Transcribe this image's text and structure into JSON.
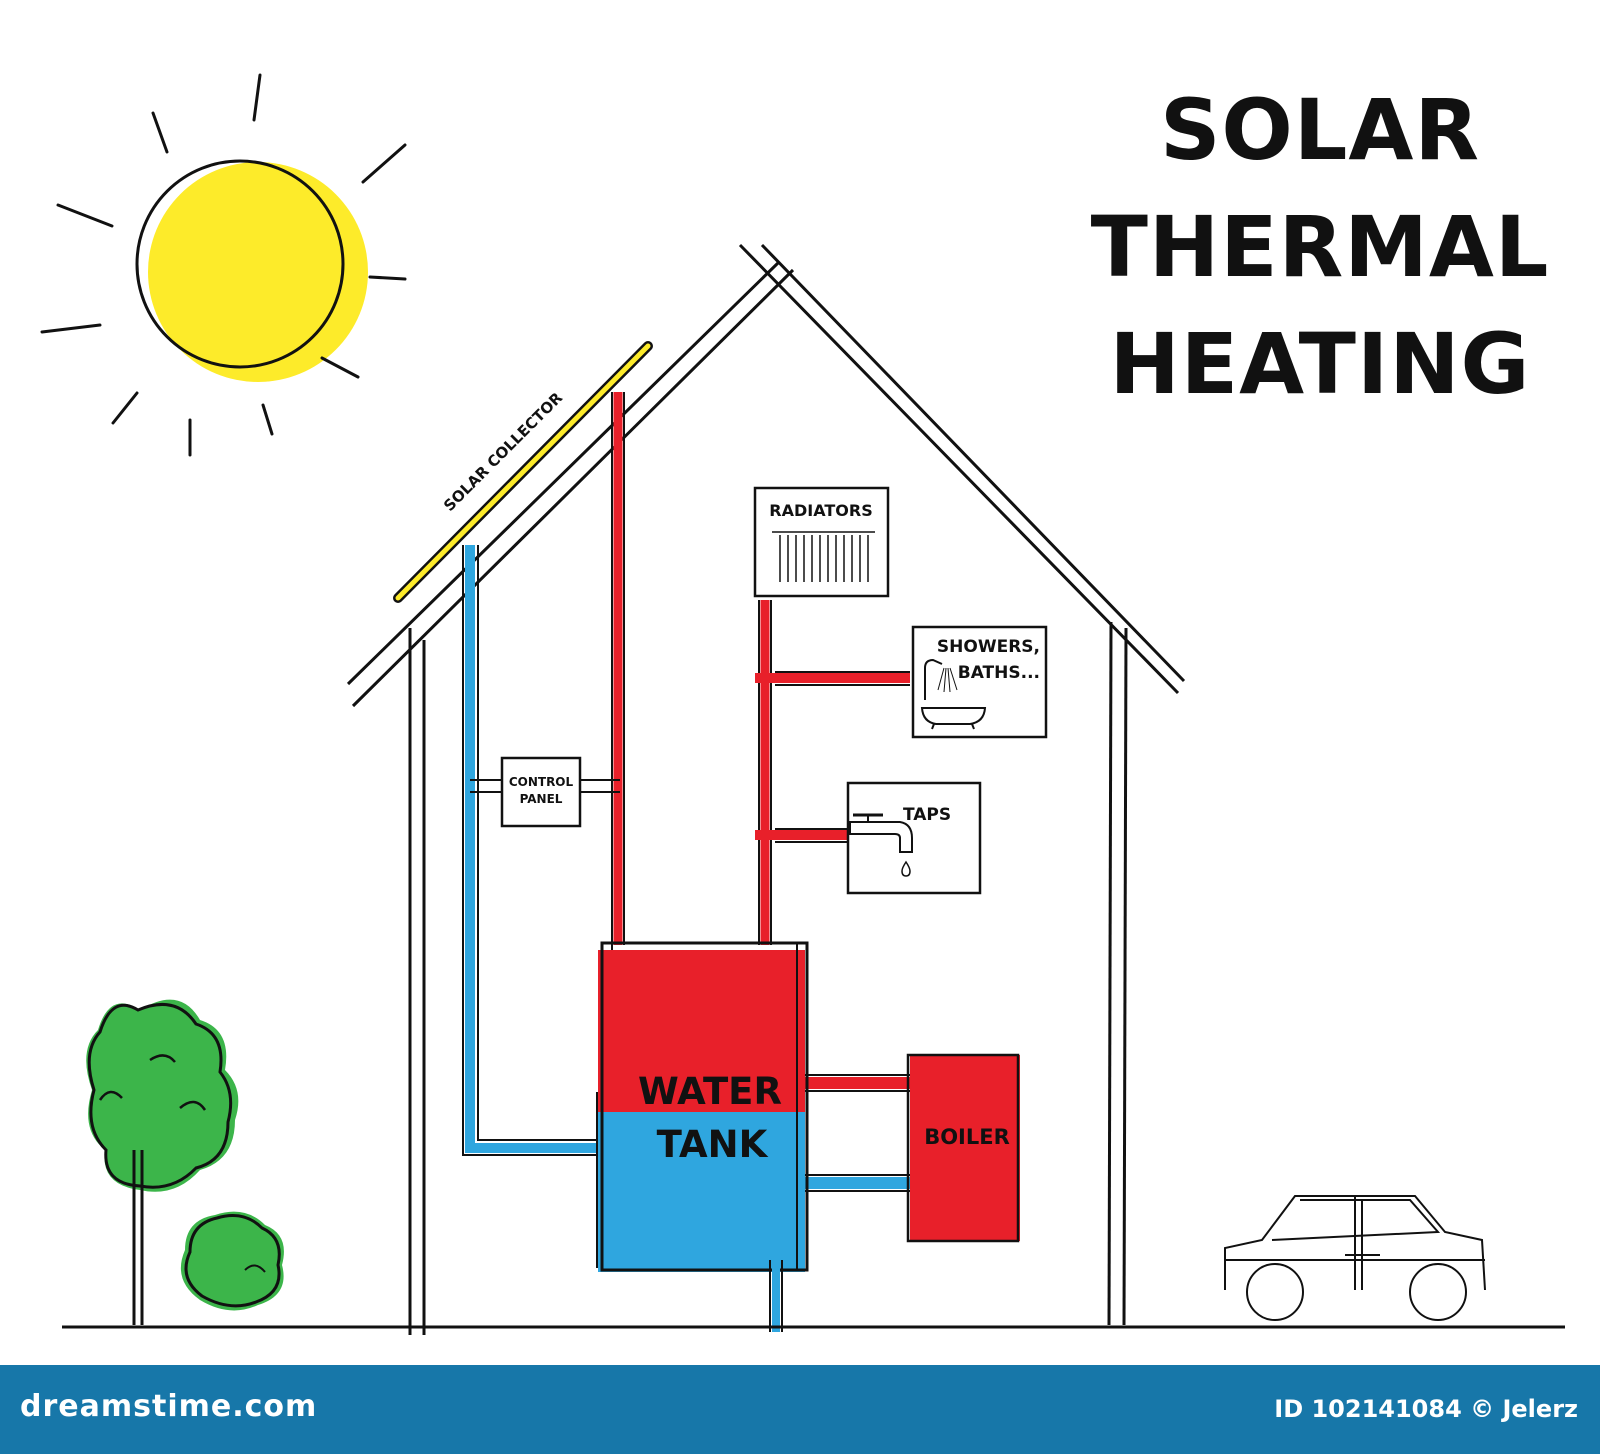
{
  "title": [
    "SOLAR",
    "THERMAL",
    "HEATING"
  ],
  "labels": {
    "solar_collector": "SOLAR COLLECTOR",
    "radiators": "RADIATORS",
    "showers_line1": "SHOWERS,",
    "showers_line2": "BATHS...",
    "control_line1": "CONTROL",
    "control_line2": "PANEL",
    "taps": "TAPS",
    "tank_line1": "WATER",
    "tank_line2": "TANK",
    "boiler": "BOILER"
  },
  "footer": {
    "brand": "dreamstime.com",
    "id_text": "ID 102141084 © Jelerz"
  },
  "colors": {
    "hot": "#e8202a",
    "cold": "#2fa6df",
    "sun": "#fdeb2a",
    "tree": "#3cb54a",
    "footer": "#1777a9"
  }
}
